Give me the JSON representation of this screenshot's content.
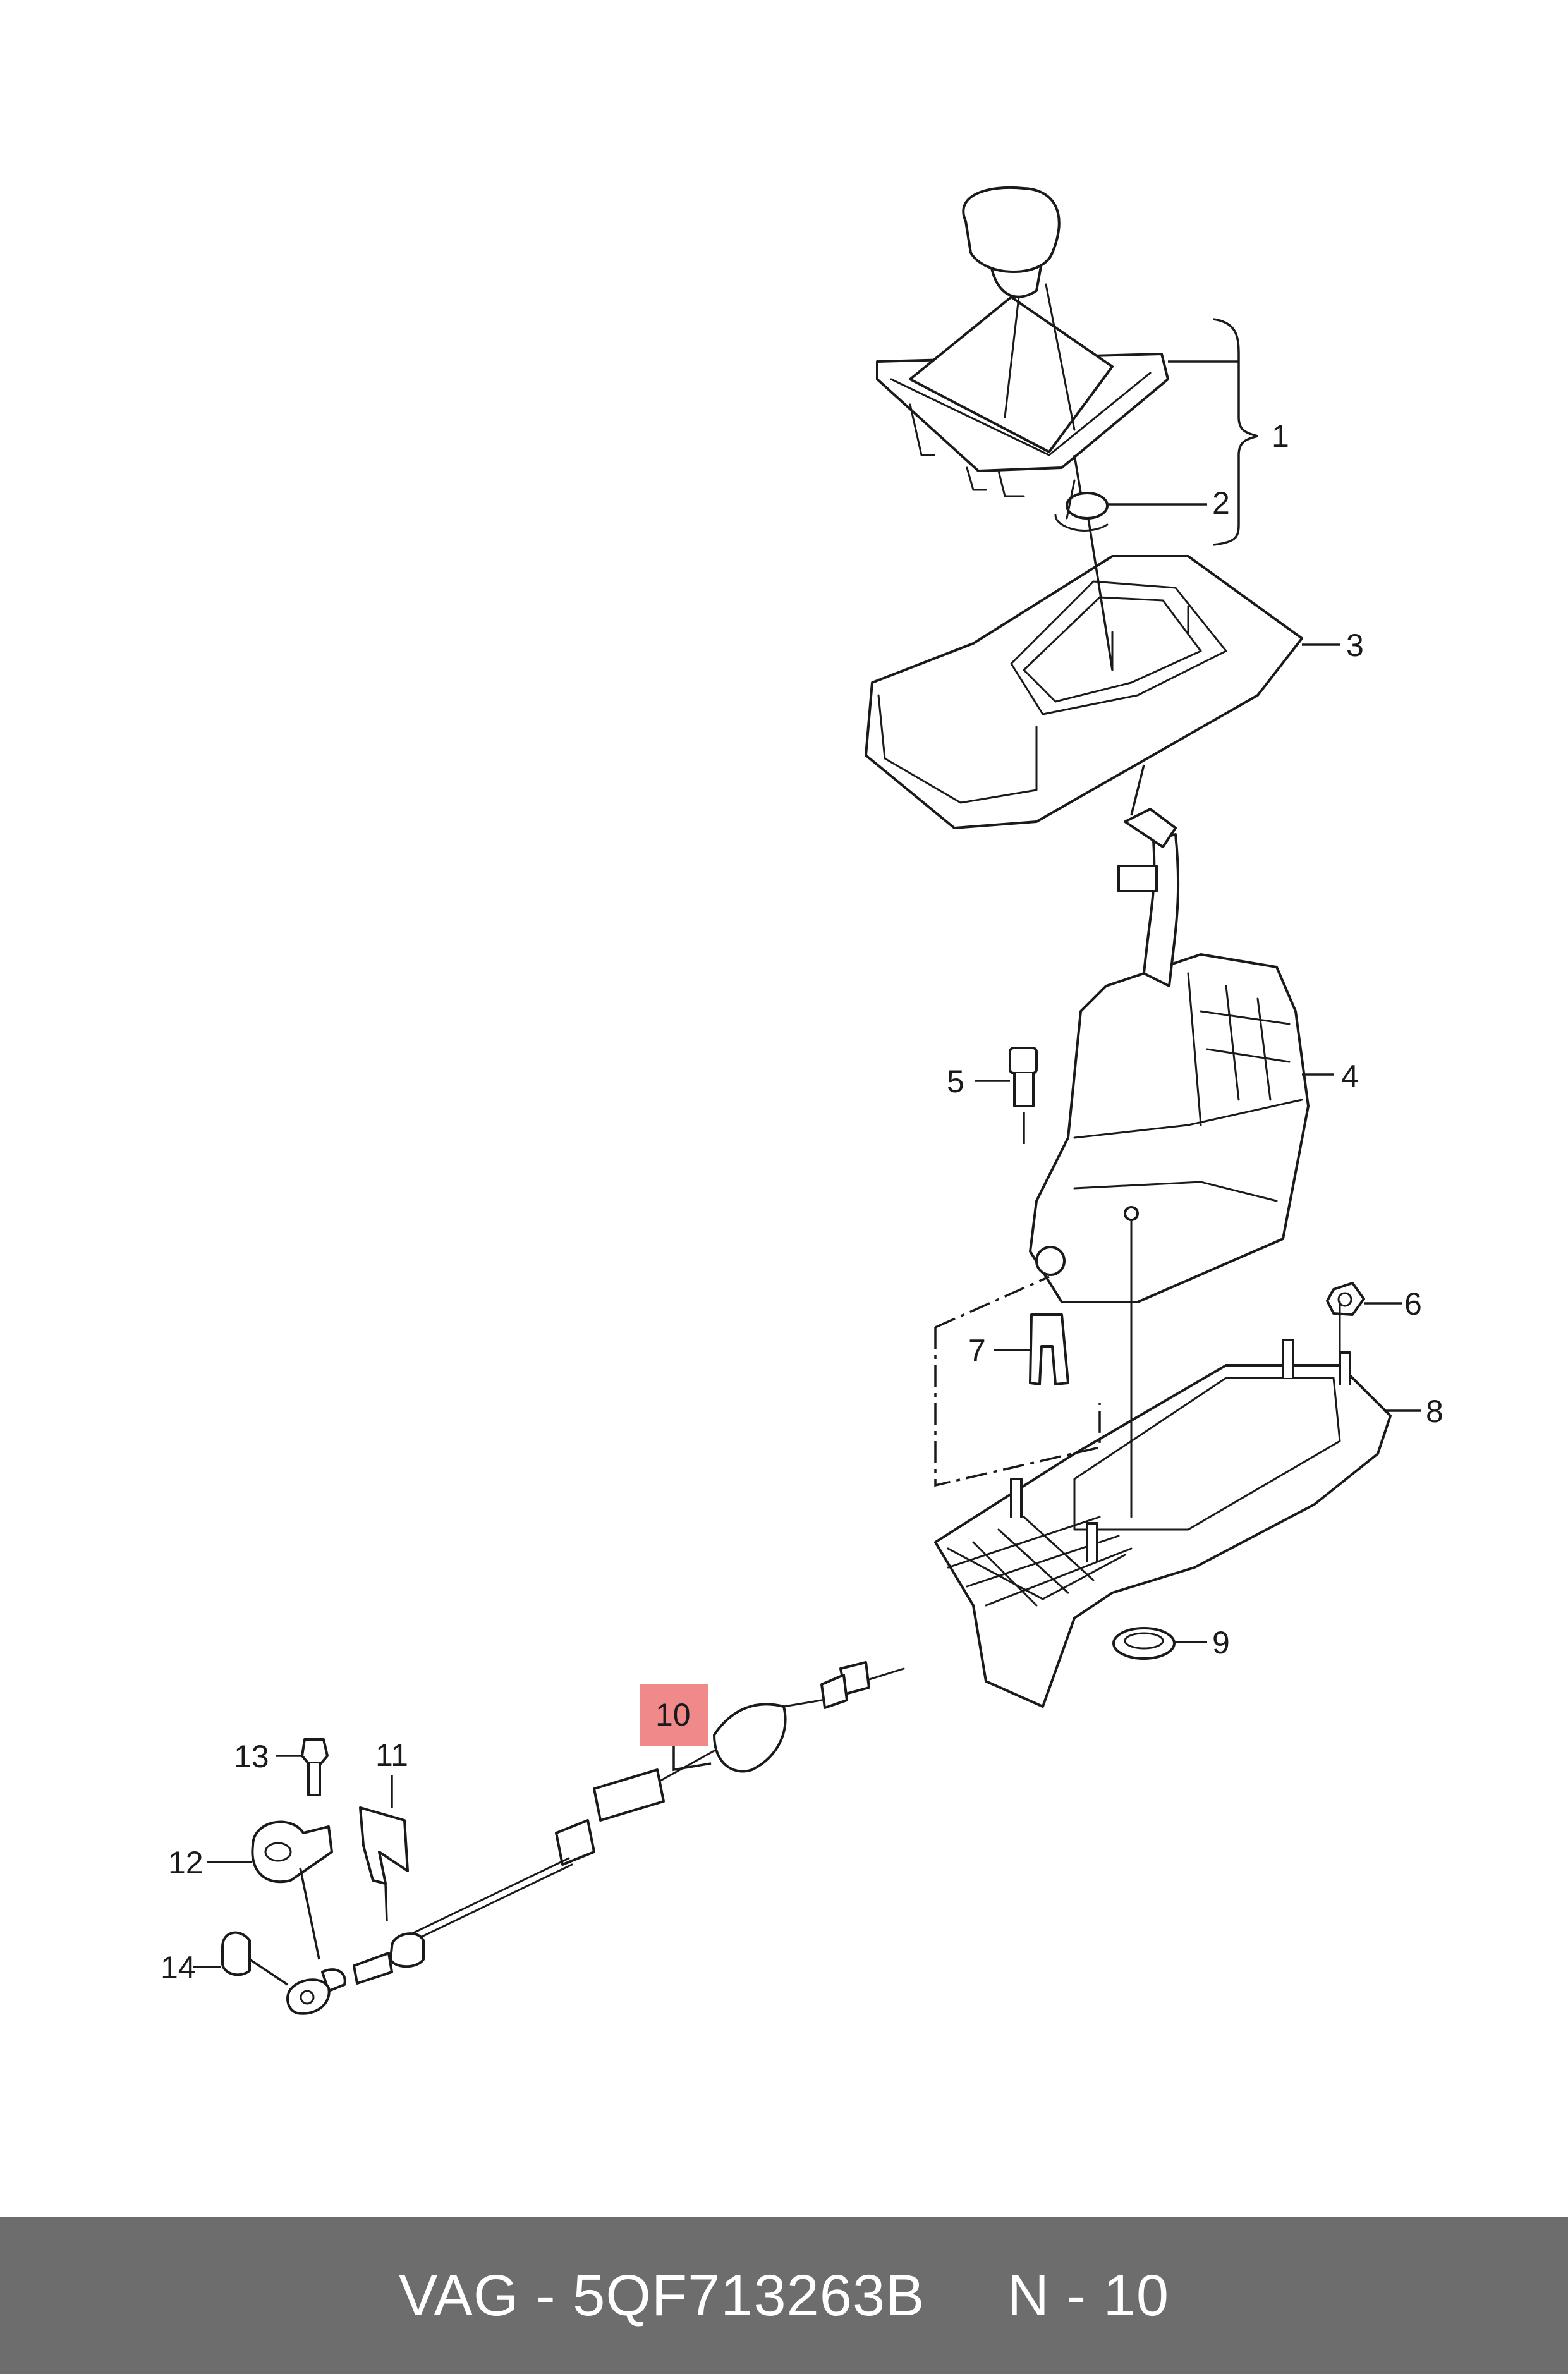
{
  "callouts": [
    {
      "id": "1",
      "label": "1"
    },
    {
      "id": "2",
      "label": "2"
    },
    {
      "id": "3",
      "label": "3"
    },
    {
      "id": "4",
      "label": "4"
    },
    {
      "id": "5",
      "label": "5"
    },
    {
      "id": "6",
      "label": "6"
    },
    {
      "id": "7",
      "label": "7"
    },
    {
      "id": "8",
      "label": "8"
    },
    {
      "id": "9",
      "label": "9"
    },
    {
      "id": "10",
      "label": "10",
      "highlighted": true
    },
    {
      "id": "11",
      "label": "11"
    },
    {
      "id": "12",
      "label": "12"
    },
    {
      "id": "13",
      "label": "13"
    },
    {
      "id": "14",
      "label": "14"
    }
  ],
  "highlight_color": "#f08a8a",
  "footer": {
    "part_number": "VAG - 5QF713263B",
    "reference": "N - 10",
    "background": "#6d6d6d"
  }
}
